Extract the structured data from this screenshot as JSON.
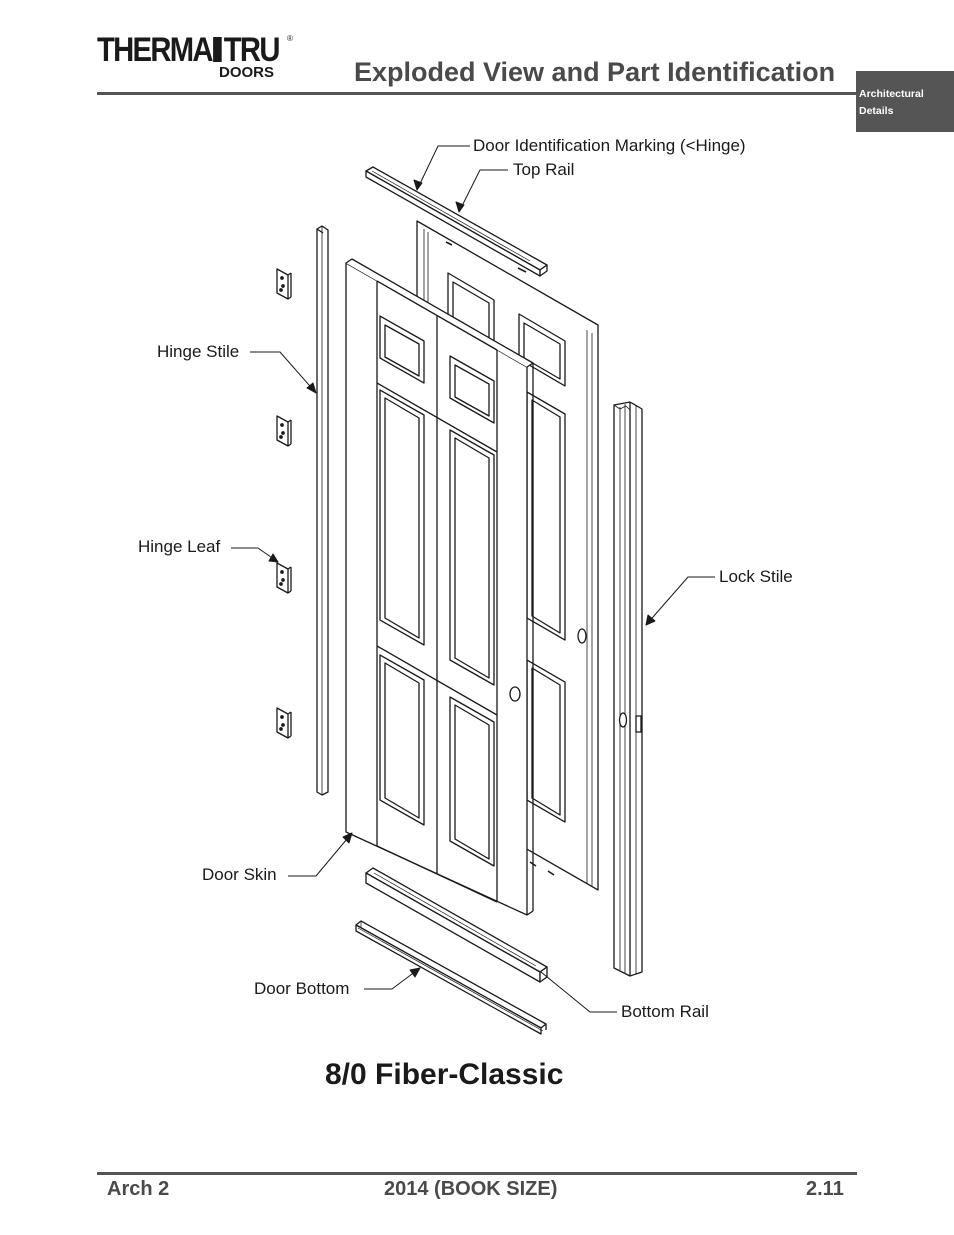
{
  "header": {
    "logo_main_left": "THERMA",
    "logo_main_right": "TRU",
    "logo_sub": "DOORS",
    "logo_reg": "®",
    "title": "Exploded View and Part Identification",
    "side_tab_line1": "Architectural",
    "side_tab_line2": "Details"
  },
  "callouts": {
    "door_id_marking": "Door Identification Marking (<Hinge)",
    "top_rail": "Top Rail",
    "hinge_stile": "Hinge Stile",
    "hinge_leaf": "Hinge Leaf",
    "lock_stile": "Lock Stile",
    "door_skin": "Door Skin",
    "door_bottom": "Door Bottom",
    "bottom_rail": "Bottom Rail"
  },
  "model_title": "8/0 Fiber-Classic",
  "footer": {
    "left": "Arch 2",
    "center": "2014 (BOOK SIZE)",
    "right": "2.11"
  },
  "colors": {
    "rule": "#555555",
    "side_tab": "#555555",
    "title_text": "#4a4a4a"
  }
}
